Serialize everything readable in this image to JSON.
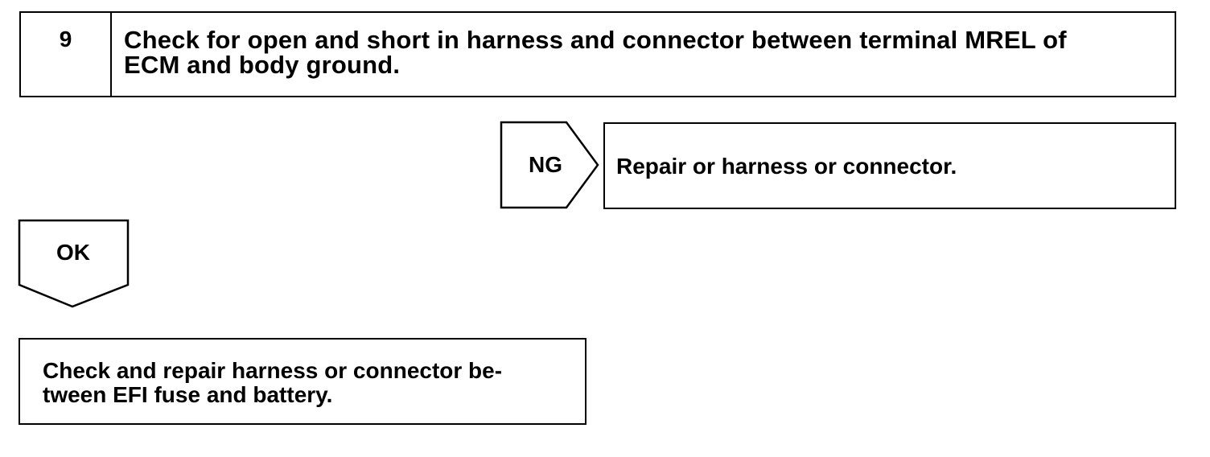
{
  "step": {
    "number": "9",
    "title_line1": "Check for open and short in harness and connector between terminal MREL of",
    "title_line2": "ECM and body ground."
  },
  "ng_branch": {
    "label": "NG",
    "result_text": "Repair or harness or connector."
  },
  "ok_branch": {
    "label": "OK",
    "result_line1": "Check and repair harness or connector be-",
    "result_line2": "tween EFI fuse and battery."
  }
}
